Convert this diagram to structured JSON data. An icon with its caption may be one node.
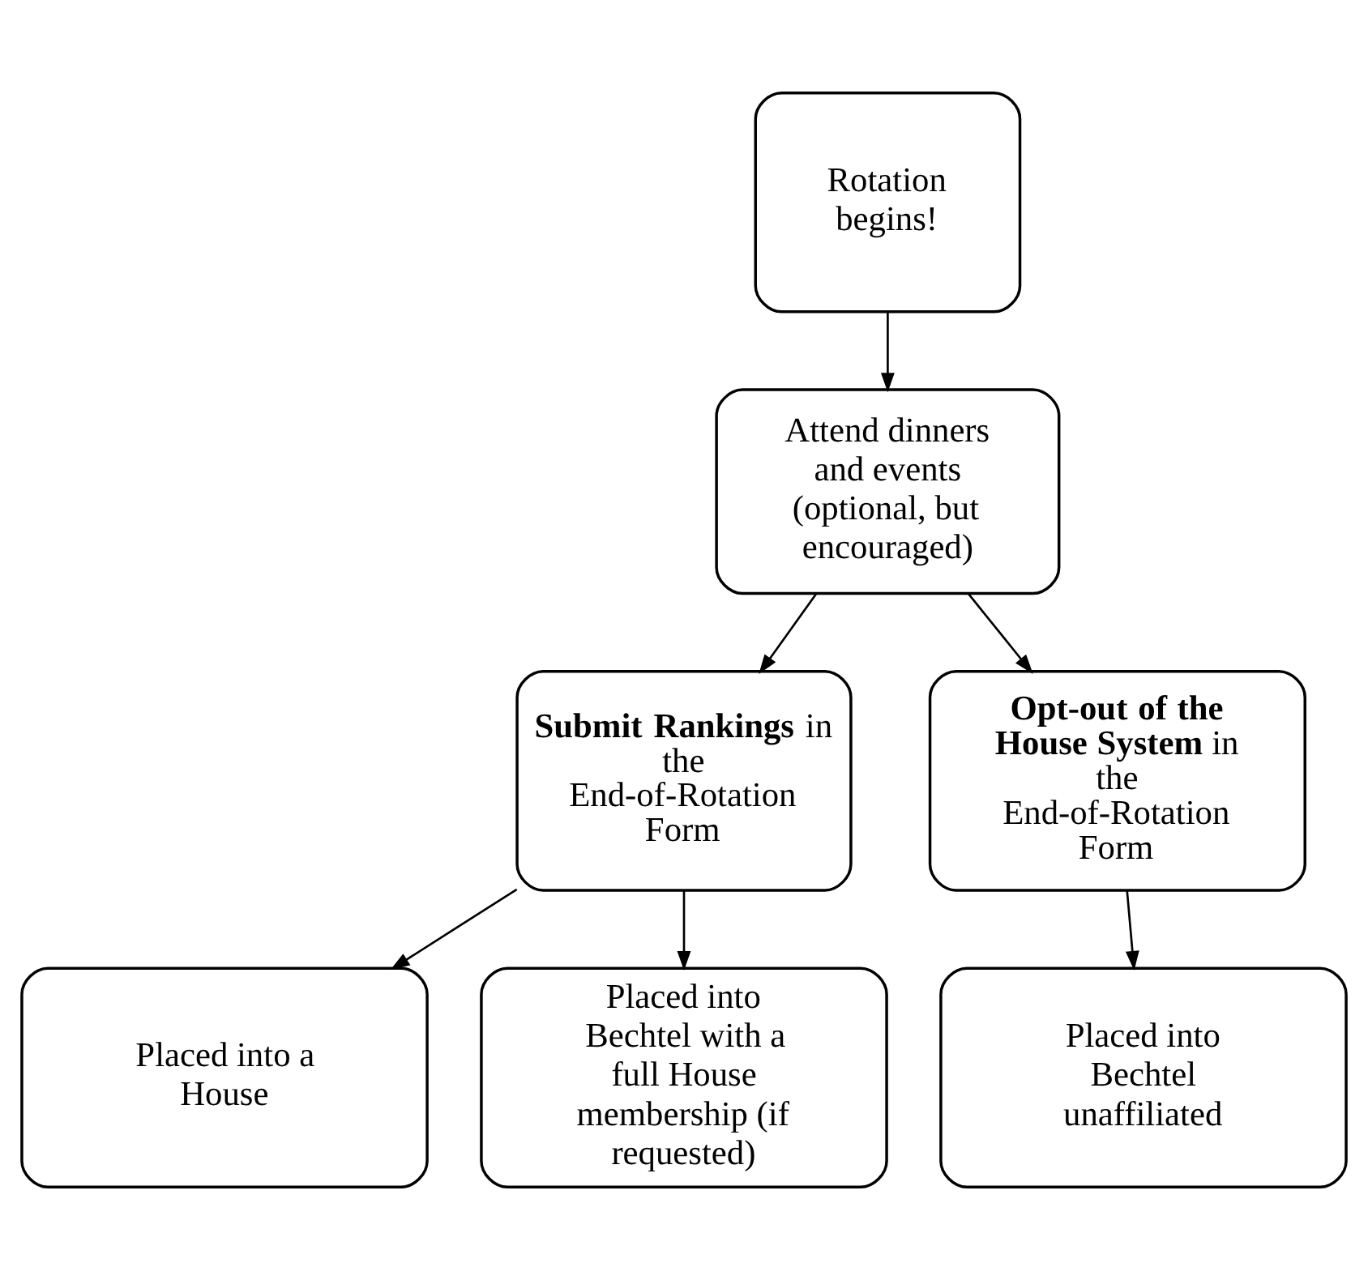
{
  "diagram": {
    "nodes": [
      {
        "text": [
          "Rotation begins!"
        ]
      },
      {
        "text": [
          "Attend dinners and events (optional, but encouraged)"
        ]
      },
      {
        "text": [
          "**Submit Rankings** in the End-of-Rotation Form"
        ]
      },
      {
        "text": [
          "**Opt-out of the House System** in the End-of-Rotation Form"
        ]
      },
      {
        "text": [
          "Placed into a House"
        ]
      },
      {
        "text": [
          "Placed into Bechtel with a full House membership (if requested)"
        ]
      },
      {
        "text": [
          "Placed into Bechtel unaffiliated"
        ]
      }
    ],
    "edges": [
      {
        "from": 0,
        "to": 1,
        "arrow": "to"
      },
      {
        "from": 1,
        "to": 2,
        "arrow": "to"
      },
      {
        "from": 1,
        "to": 3,
        "arrow": "to"
      },
      {
        "from": 2,
        "to": 4,
        "arrow": "to"
      },
      {
        "from": 2,
        "to": 5,
        "arrow": "to"
      },
      {
        "from": 3,
        "to": 6,
        "arrow": "to"
      }
    ]
  }
}
